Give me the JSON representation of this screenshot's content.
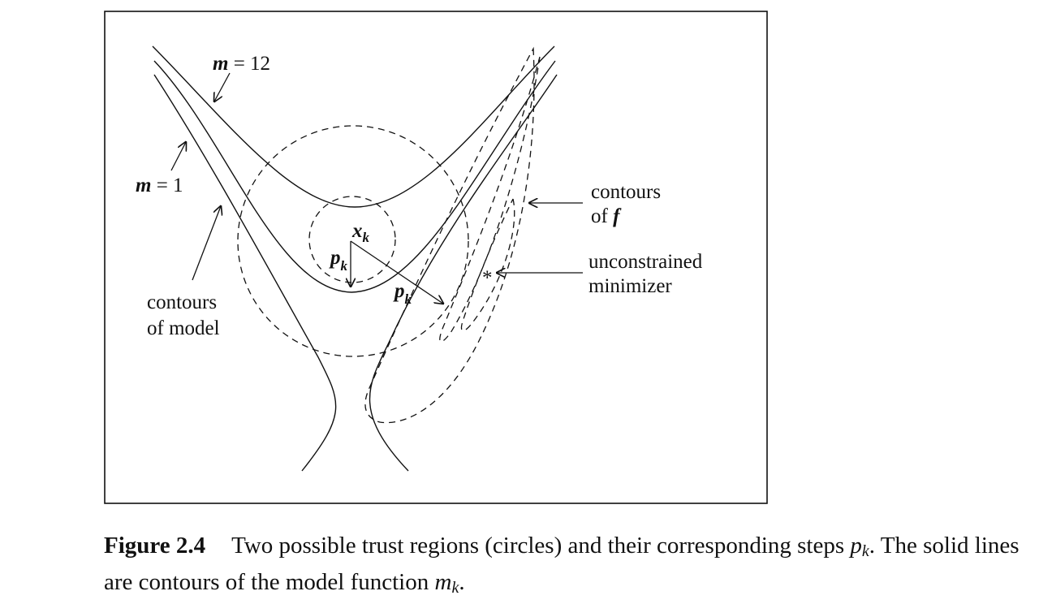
{
  "figure": {
    "labels": {
      "m12_prefix": "m",
      "m12_suffix": " = 12",
      "m1_prefix": "m",
      "m1_suffix": " = 1",
      "xk_base": "x",
      "xk_sub": "k",
      "pk_base": "p",
      "pk_sub": "k",
      "contours_f_line1": "contours",
      "contours_f_line2_prefix": "of ",
      "contours_f_line2_var": "f",
      "unconstrained_line1": "unconstrained",
      "unconstrained_line2": "minimizer",
      "model_line1": "contours",
      "model_line2": "of model",
      "minimizer_marker": "*"
    }
  },
  "caption": {
    "label": "Figure 2.4",
    "text_1": "Two possible trust regions (circles) and their corresponding steps ",
    "p": "p",
    "p_sub": "k",
    "text_2": ". The solid lines are contours of the model function ",
    "m": "m",
    "m_sub": "k",
    "text_3": "."
  }
}
